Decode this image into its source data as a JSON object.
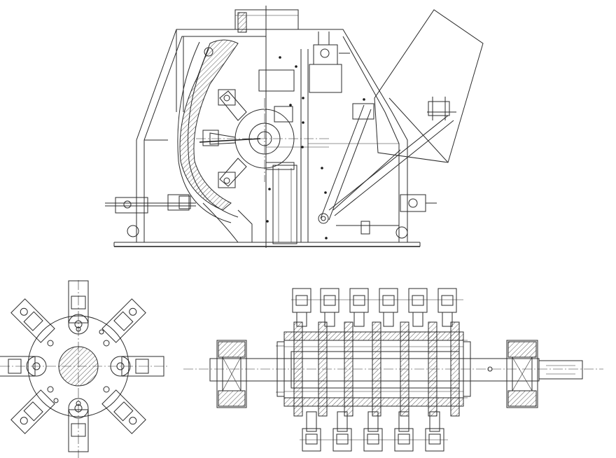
{
  "drawing": {
    "background": "#ffffff",
    "stroke_color": "#2b2b2b",
    "views": [
      "crusher-side-section",
      "rotor-end-view",
      "rotor-shaft-longitudinal-section"
    ]
  }
}
